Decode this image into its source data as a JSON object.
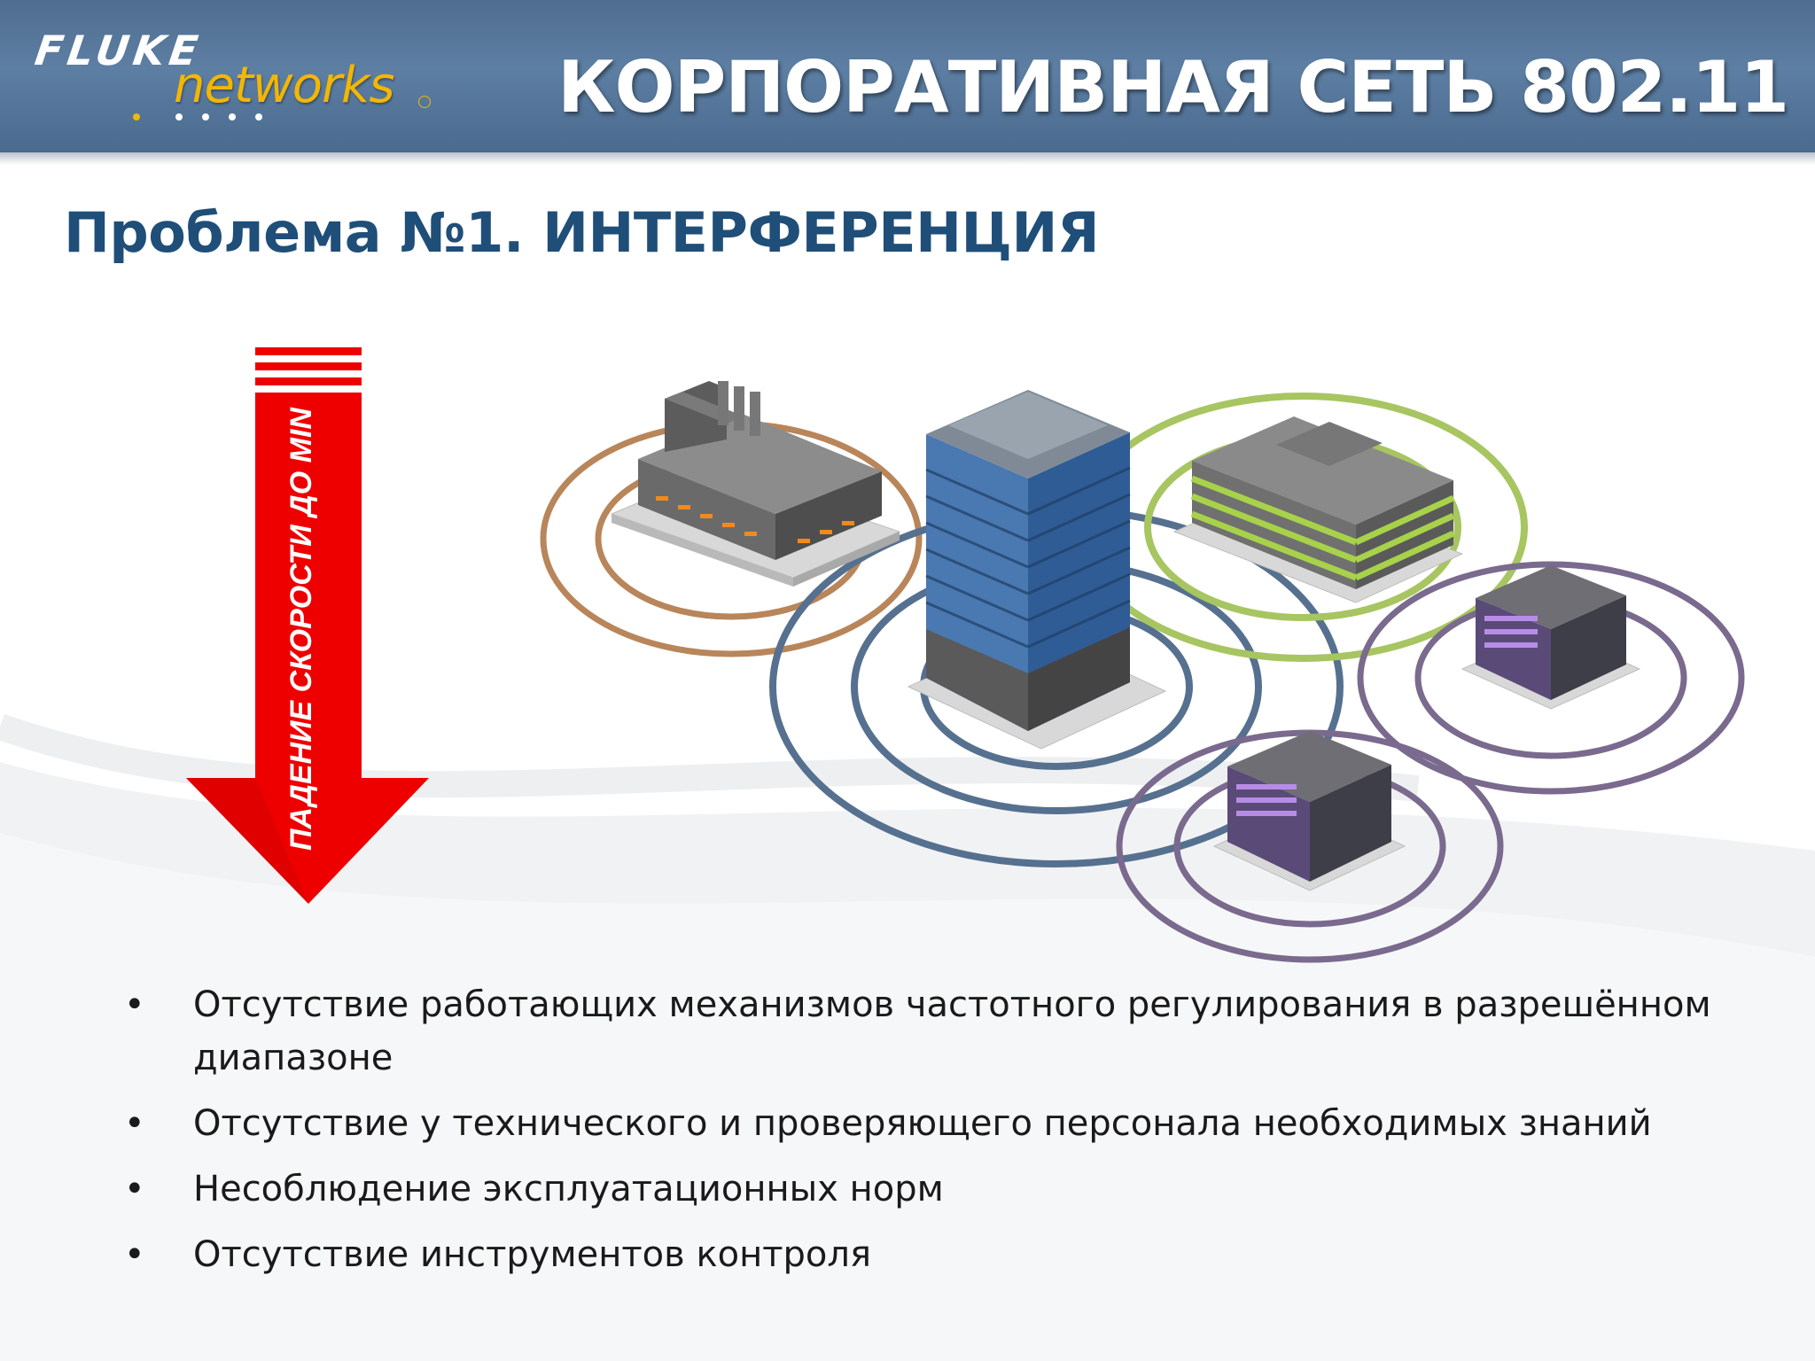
{
  "header": {
    "logo_fluke": "FLUKE",
    "logo_networks": "networks",
    "title": "КОРПОРАТИВНАЯ СЕТЬ 802.11"
  },
  "subtitle": "Проблема №1. ИНТЕРФЕРЕНЦИЯ",
  "arrow": {
    "label": "ПАДЕНИЕ СКОРОСТИ ДО MIN",
    "color": "#ee0000"
  },
  "illustration": {
    "items": [
      {
        "name": "factory-building",
        "ring_color": "#b8865a"
      },
      {
        "name": "office-tower",
        "ring_color": "#56708f"
      },
      {
        "name": "green-office-building",
        "ring_color": "#a7c561"
      },
      {
        "name": "small-purple-building-right",
        "ring_color": "#7a6a8e"
      },
      {
        "name": "small-purple-building-bottom",
        "ring_color": "#7a6a8e"
      }
    ]
  },
  "bullets": [
    "Отсутствие работающих механизмов частотного регулирования в разрешённом диапазоне",
    "Отсутствие у технического и проверяющего персонала необходимых знаний",
    "Несоблюдение эксплуатационных норм",
    "Отсутствие инструментов контроля"
  ],
  "bullet_marker": "•"
}
